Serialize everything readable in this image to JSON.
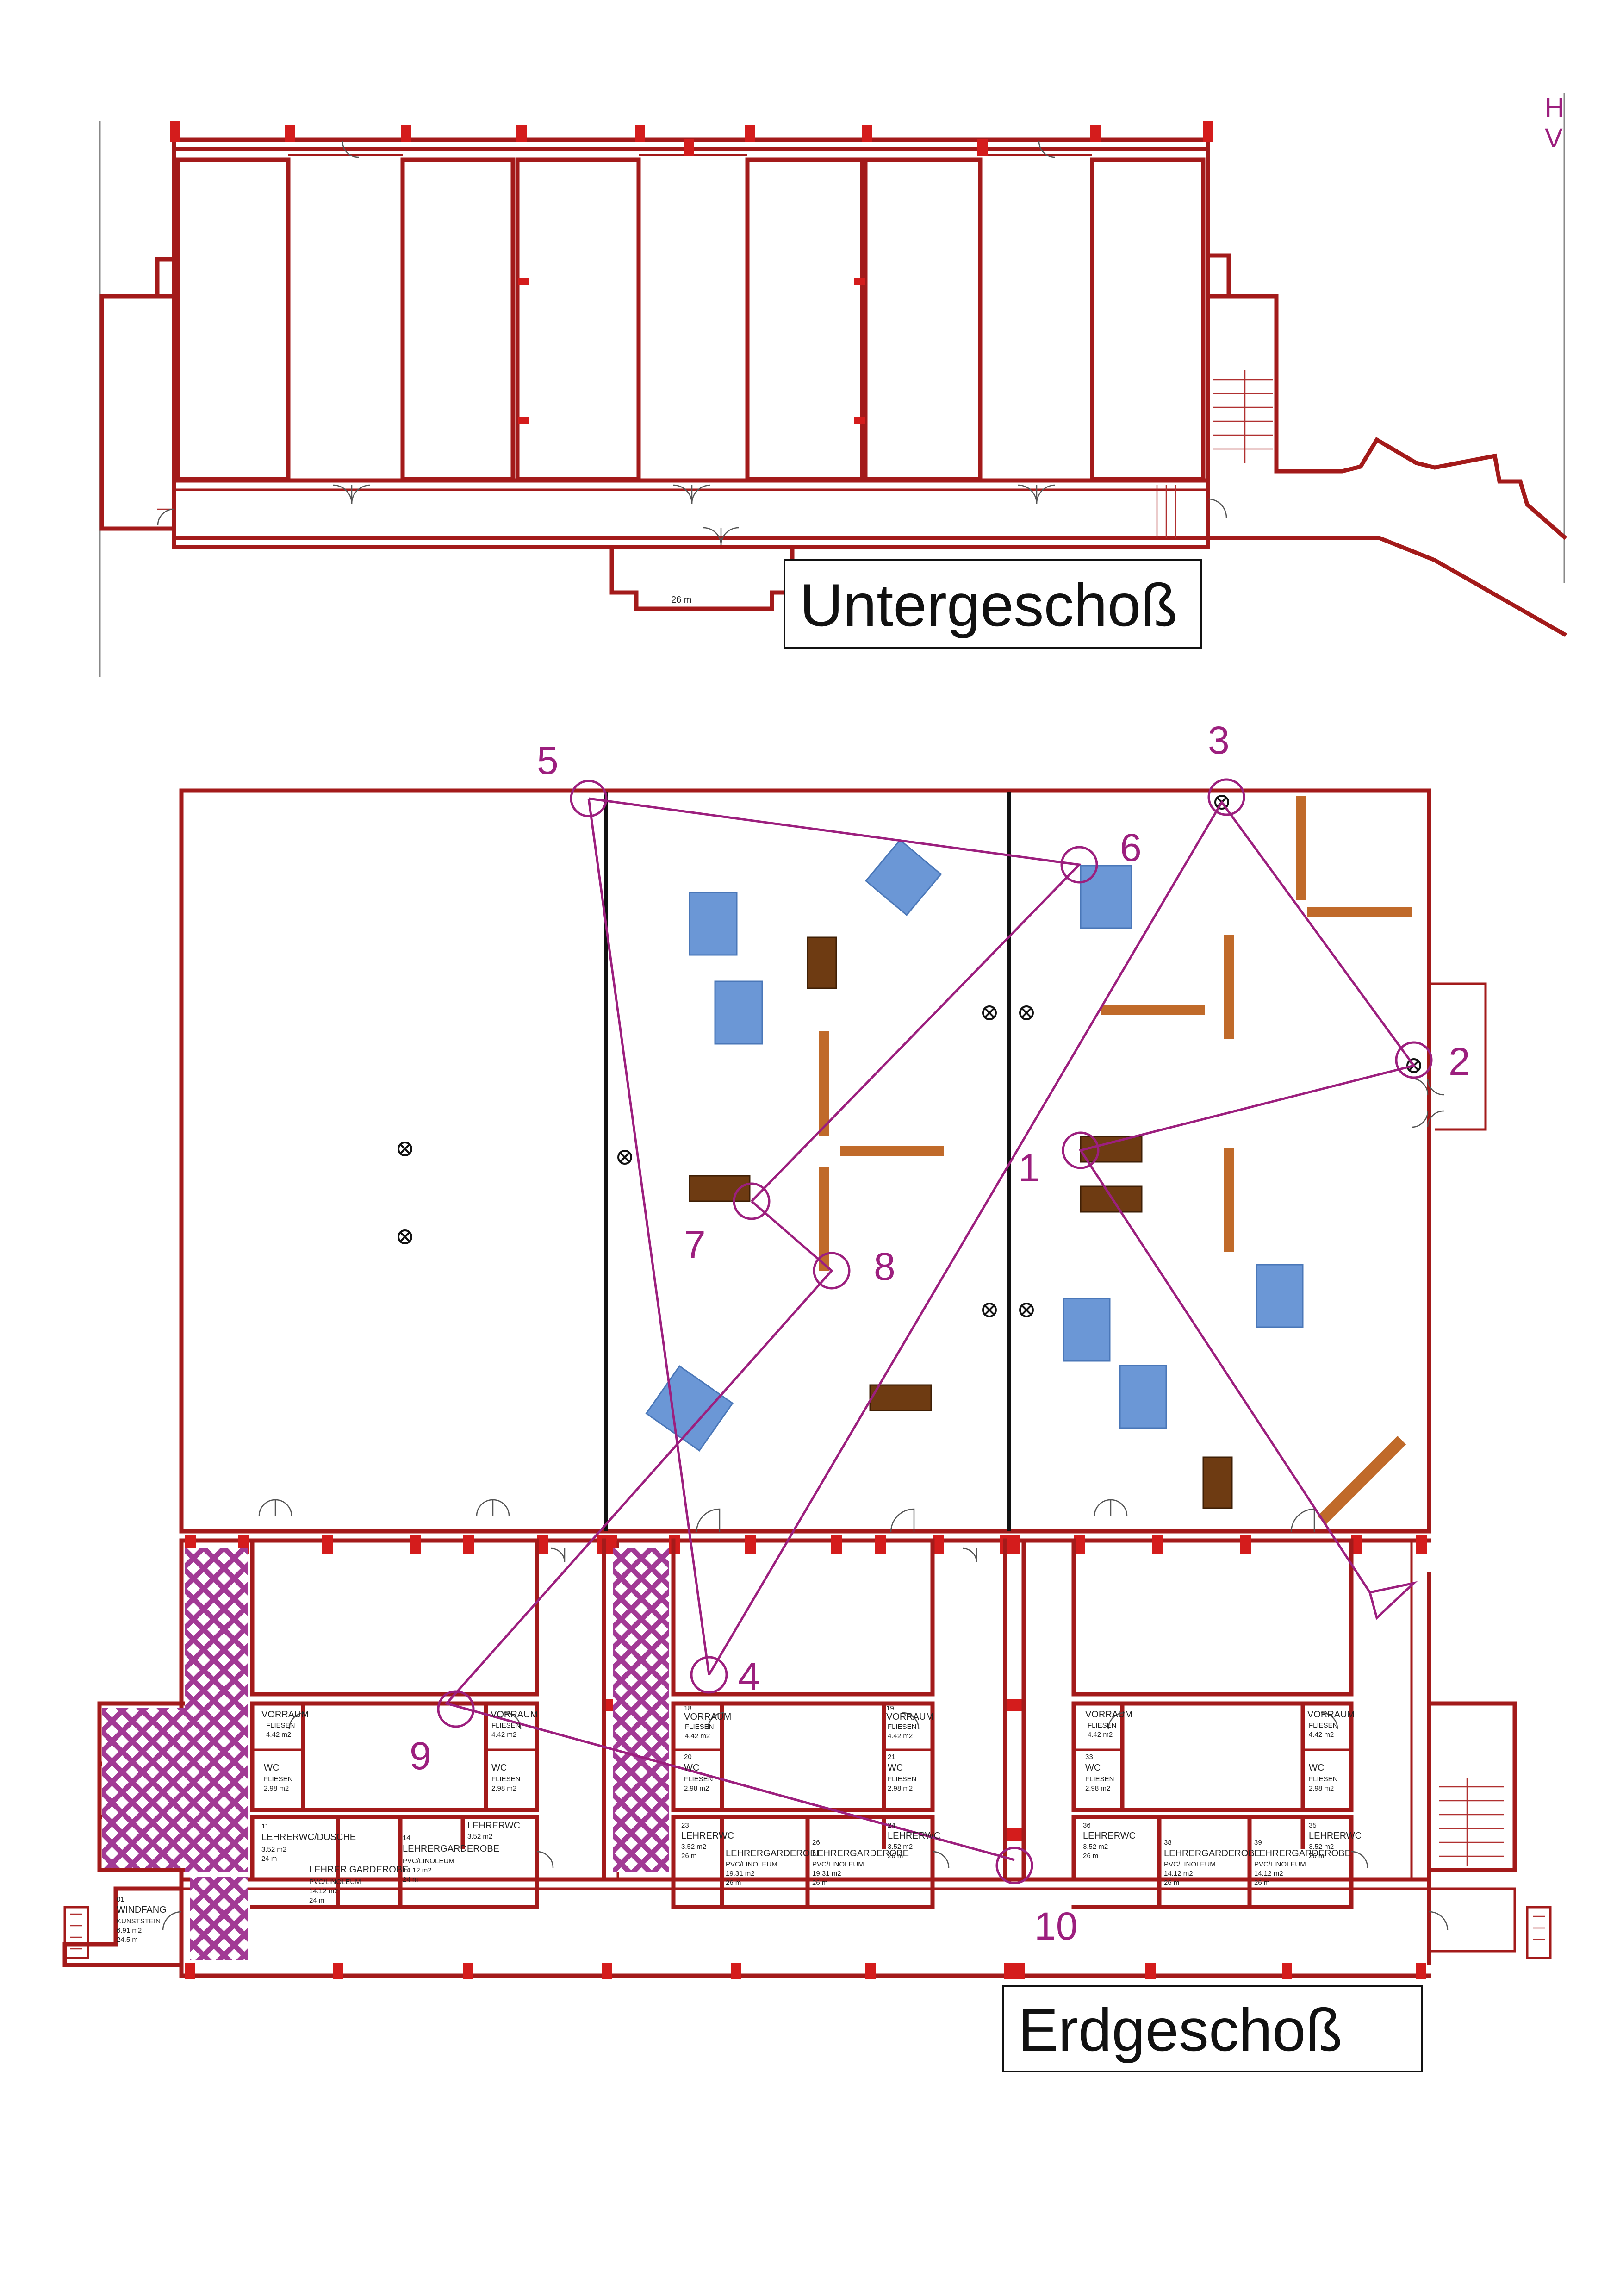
{
  "floors": {
    "basement": {
      "label": "Untergeschoß"
    },
    "ground": {
      "label": "Erdgeschoß"
    }
  },
  "corner_text": {
    "line1": "H",
    "line2": "V"
  },
  "basement_dim": "26 m",
  "checkpoints": [
    {
      "id": "cp1",
      "label": "1"
    },
    {
      "id": "cp2",
      "label": "2"
    },
    {
      "id": "cp3",
      "label": "3"
    },
    {
      "id": "cp4",
      "label": "4"
    },
    {
      "id": "cp5",
      "label": "5"
    },
    {
      "id": "cp6",
      "label": "6"
    },
    {
      "id": "cp7",
      "label": "7"
    },
    {
      "id": "cp8",
      "label": "8"
    },
    {
      "id": "cp9",
      "label": "9"
    },
    {
      "id": "cp10",
      "label": "10"
    }
  ],
  "rooms": {
    "vorraum": "VORRAUM",
    "fliesen": "FLIESEN",
    "wc": "WC",
    "lehrerwc": "LEHRERWC",
    "lehrerwc_dusche": "LEHRERWC/DUSCHE",
    "lehrer_garderobe": "LEHRER GARDEROBE",
    "lehrergarderobe": "LEHRERGARDEROBE",
    "pvc": "PVC/LINOLEUM",
    "windfang": "WINDFANG",
    "kunststein": "KUNSTSTEIN",
    "area_442": "4.42 m2",
    "area_298": "2.98 m2",
    "area_352": "3.52 m2",
    "area_1412": "14.12 m2",
    "area_1931": "19.31 m2",
    "area_691": "6.91 m2",
    "perim_24": "24 m",
    "perim_26": "26 m",
    "perim_245": "24.5 m",
    "n11": "11",
    "n14": "14",
    "n18": "18",
    "n20": "20",
    "n23": "23",
    "n26": "26",
    "n19": "19",
    "n21": "21",
    "n24": "24",
    "n33": "33",
    "n36": "36",
    "n38": "38",
    "n39": "39",
    "n35": "35",
    "n01": "01"
  }
}
